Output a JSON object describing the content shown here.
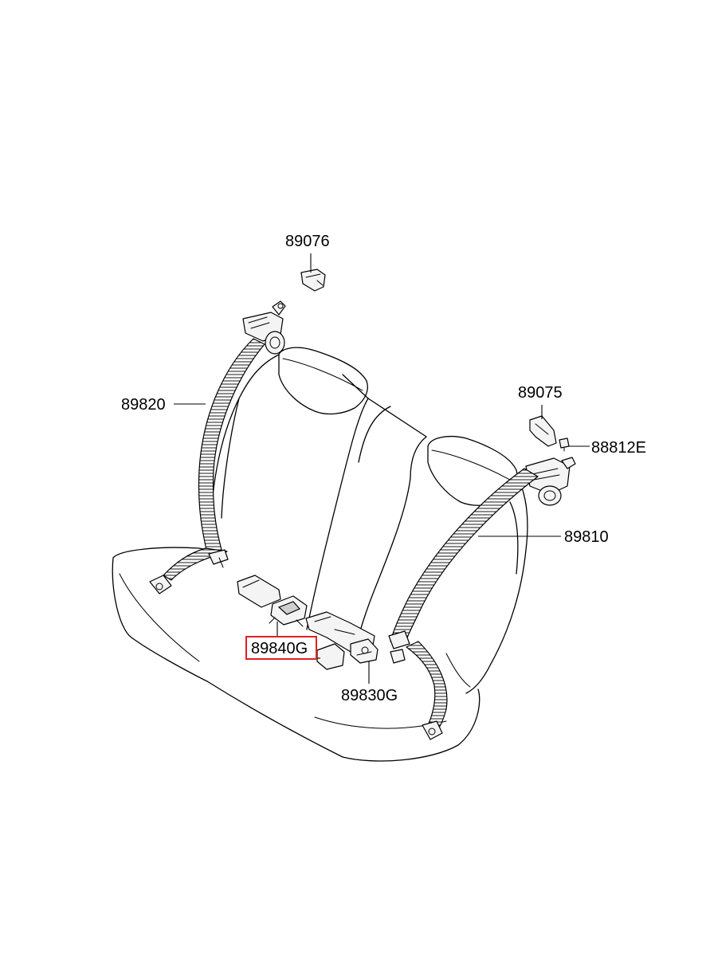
{
  "labels": {
    "p89076": "89076",
    "p89820": "89820",
    "p89075": "89075",
    "p88812E": "88812E",
    "p89810": "89810",
    "p89840G": "89840G",
    "p89830G": "89830G"
  },
  "highlighted_part": "89840G",
  "colors": {
    "highlight": "#e02020",
    "line": "#000000",
    "background": "#ffffff"
  }
}
